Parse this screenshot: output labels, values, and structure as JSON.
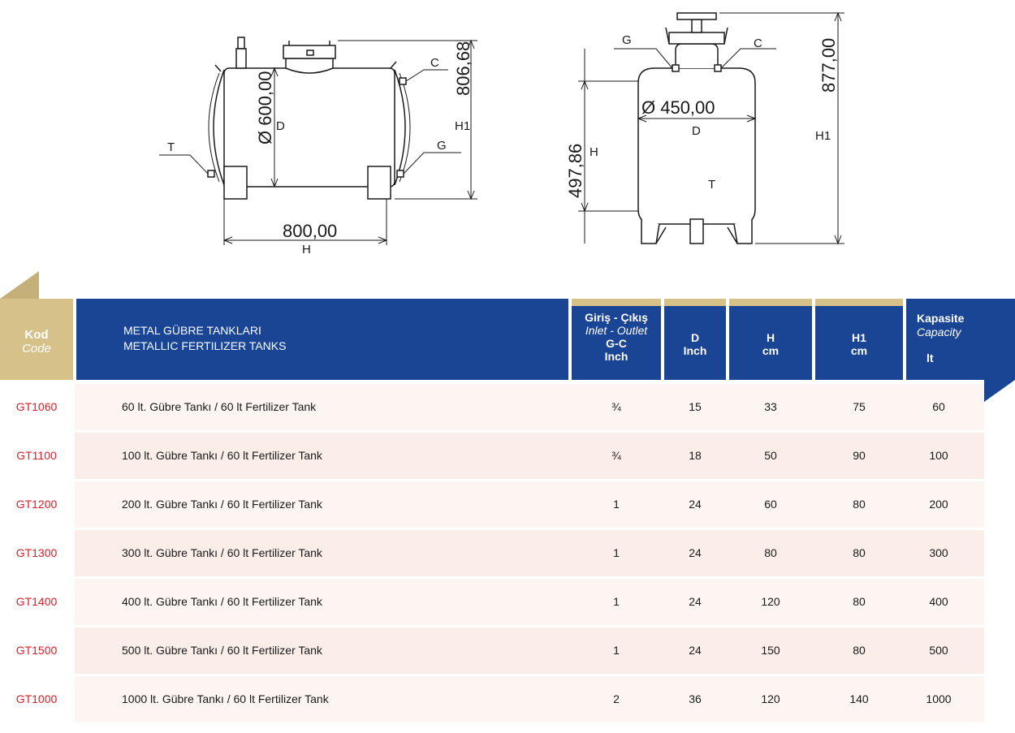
{
  "drawing": {
    "horizontal": {
      "dia": "Ø 600,00",
      "d_label": "D",
      "height": "806,68",
      "h1_label": "H1",
      "width": "800,00",
      "h_label": "H",
      "c_label": "C",
      "g_label": "G",
      "t_label": "T"
    },
    "vertical": {
      "g_label": "G",
      "c_label": "C",
      "dia": "Ø 450,00",
      "d_label": "D",
      "height_total": "877,00",
      "h1_label": "H1",
      "height_body": "497,86",
      "h_label": "H",
      "t_label": "T"
    }
  },
  "table": {
    "header": {
      "kod": "Kod",
      "code": "Code",
      "title_tr": "METAL GÜBRE TANKLARI",
      "title_en": "METALLIC FERTILIZER TANKS",
      "gc_l1": "Giriş - Çıkış",
      "gc_l2": "Inlet - Outlet",
      "gc_l3": "G-C",
      "gc_l4": "Inch",
      "d_l1": "D",
      "d_l2": "Inch",
      "h_l1": "H",
      "h_l2": "cm",
      "h1_l1": "H1",
      "h1_l2": "cm",
      "cap_l1": "Kapasite",
      "cap_l2": "Capacity",
      "cap_l3": "lt"
    },
    "rows": [
      {
        "code": "GT1060",
        "desc": "60 lt. Gübre Tankı / 60 lt Fertilizer Tank",
        "gc": "¾",
        "d": "15",
        "h": "33",
        "h1": "75",
        "cap": "60"
      },
      {
        "code": "GT1100",
        "desc": "100 lt. Gübre Tankı / 60 lt Fertilizer Tank",
        "gc": "¾",
        "d": "18",
        "h": "50",
        "h1": "90",
        "cap": "100"
      },
      {
        "code": "GT1200",
        "desc": "200 lt. Gübre Tankı / 60 lt Fertilizer Tank",
        "gc": "1",
        "d": "24",
        "h": "60",
        "h1": "80",
        "cap": "200"
      },
      {
        "code": "GT1300",
        "desc": "300 lt. Gübre Tankı / 60 lt Fertilizer Tank",
        "gc": "1",
        "d": "24",
        "h": "80",
        "h1": "80",
        "cap": "300"
      },
      {
        "code": "GT1400",
        "desc": "400 lt. Gübre Tankı / 60 lt Fertilizer Tank",
        "gc": "1",
        "d": "24",
        "h": "120",
        "h1": "80",
        "cap": "400"
      },
      {
        "code": "GT1500",
        "desc": "500 lt. Gübre Tankı / 60 lt Fertilizer Tank",
        "gc": "1",
        "d": "24",
        "h": "150",
        "h1": "80",
        "cap": "500"
      },
      {
        "code": "GT1000",
        "desc": "1000 lt. Gübre Tankı / 60 lt Fertilizer Tank",
        "gc": "2",
        "d": "36",
        "h": "120",
        "h1": "140",
        "cap": "1000"
      }
    ]
  },
  "colors": {
    "header_blue": "#1a4595",
    "header_gold": "#d6c289",
    "row_even": "#fbeee8",
    "row_odd": "#fdf5f1",
    "code_red": "#d2232a"
  }
}
